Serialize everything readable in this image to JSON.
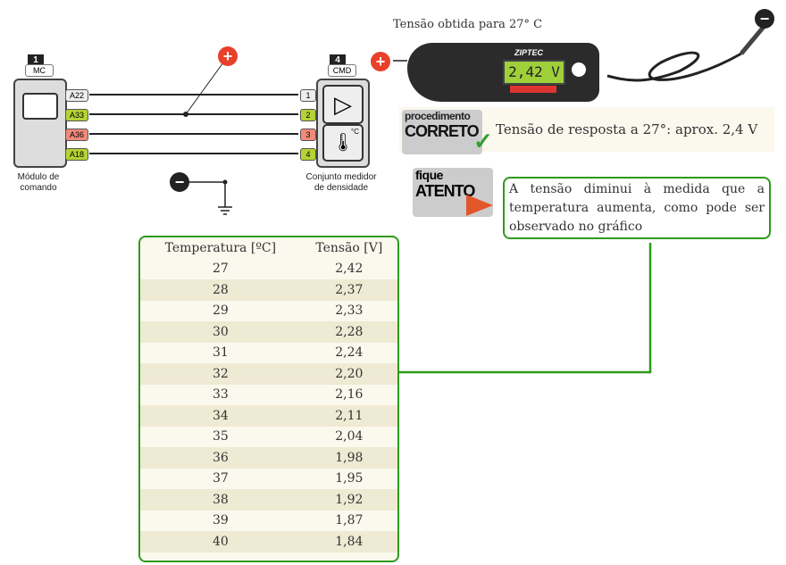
{
  "diagram": {
    "module": {
      "number": "1",
      "code": "MC",
      "caption_line1": "Módulo de",
      "caption_line2": "comando",
      "pins": [
        "A22",
        "A33",
        "A36",
        "A18"
      ]
    },
    "sensor": {
      "number": "4",
      "code": "CMD",
      "caption_line1": "Conjunto medidor",
      "caption_line2": "de densidade",
      "pins": [
        "1",
        "2",
        "3",
        "4"
      ],
      "temp_unit": "°C"
    },
    "plus_symbol": "+",
    "minus_symbol": "−",
    "wire_colors": [
      "#e8e8e8",
      "#b5d334",
      "#f08a7a",
      "#b5d334"
    ]
  },
  "meter": {
    "caption": "Tensão obtida para 27° C",
    "brand": "ZIPTEC",
    "display": "2,42 V"
  },
  "procedure": {
    "badge_top": "procedimento",
    "badge_bottom": "CORRETO",
    "text": "Tensão de resposta a 27°: aprox. 2,4 V"
  },
  "attention": {
    "badge_top": "fique",
    "badge_bottom": "ATENTO",
    "text": "A tensão diminui à medida que a temperatura aumenta, como pode ser observado no gráfico"
  },
  "table": {
    "headers": [
      "Temperatura [ºC]",
      "Tensão [V]"
    ],
    "rows": [
      [
        "27",
        "2,42"
      ],
      [
        "28",
        "2,37"
      ],
      [
        "29",
        "2,33"
      ],
      [
        "30",
        "2,28"
      ],
      [
        "31",
        "2,24"
      ],
      [
        "32",
        "2,20"
      ],
      [
        "33",
        "2,16"
      ],
      [
        "34",
        "2,11"
      ],
      [
        "35",
        "2,04"
      ],
      [
        "36",
        "1,98"
      ],
      [
        "37",
        "1,95"
      ],
      [
        "38",
        "1,92"
      ],
      [
        "39",
        "1,87"
      ],
      [
        "40",
        "1,84"
      ]
    ]
  },
  "accent_green": "#2e9a1c"
}
